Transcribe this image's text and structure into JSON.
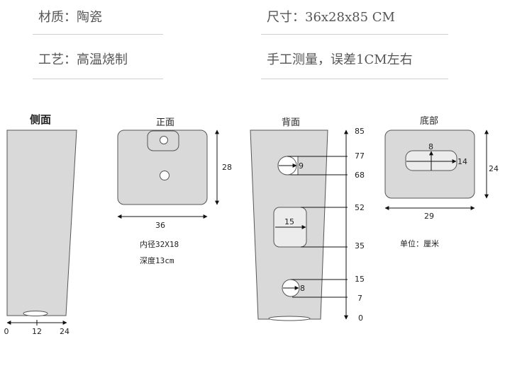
{
  "specs": {
    "material": "材质：陶瓷",
    "size": "尺寸：36x28x85 CM",
    "craft": "工艺：高温烧制",
    "note": "手工测量，误差1CM左右"
  },
  "views": {
    "side": {
      "title": "侧面",
      "ticks": [
        "0",
        "12",
        "24"
      ]
    },
    "front": {
      "title": "正面",
      "width": "36",
      "height": "28",
      "inner": "内径32X18",
      "depth": "深度13cm"
    },
    "back": {
      "title": "背面",
      "scale": [
        "85",
        "77",
        "68",
        "52",
        "35",
        "15",
        "7",
        "0"
      ],
      "hole_top": "9",
      "pad_mid": "15",
      "hole_bottom": "8"
    },
    "bottom": {
      "title": "底部",
      "slot_h": "8",
      "slot_w": "14",
      "width": "29",
      "height": "24",
      "unit": "单位：厘米"
    }
  },
  "colors": {
    "fill": "#d9d9d9",
    "stroke": "#555555",
    "text": "#555555"
  }
}
